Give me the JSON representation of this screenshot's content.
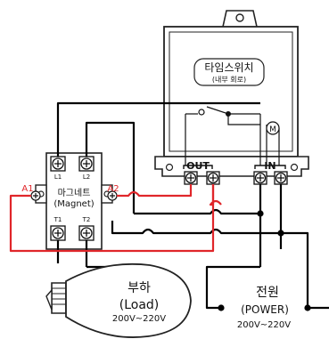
{
  "timer_switch": {
    "title": "타임스위치",
    "subtitle": "(내부 회로)",
    "out_label": "OUT",
    "in_label": "IN",
    "motor_symbol": "M"
  },
  "contactor": {
    "name": "마그네트",
    "name_en": "(Magnet)",
    "terminals": {
      "l1": "L1",
      "l2": "L2",
      "t1": "T1",
      "t2": "T2",
      "a1": "A1",
      "a2": "A2"
    }
  },
  "load": {
    "label": "부하",
    "label_en": "(Load)",
    "voltage": "200V~220V"
  },
  "power": {
    "label": "전원",
    "label_en": "(POWER)",
    "voltage": "200V~220V"
  },
  "colors": {
    "wire": "#000000",
    "coil_wire": "#e0262a",
    "outline": "#222222"
  }
}
